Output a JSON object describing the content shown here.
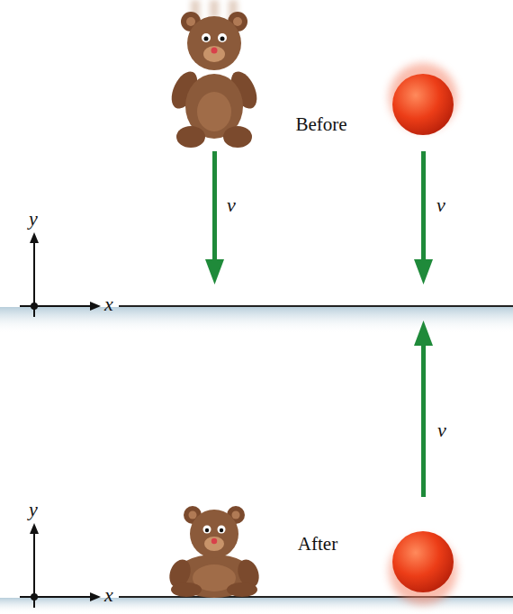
{
  "diagram": {
    "labels": [
      "Before",
      "v",
      "v",
      "y",
      "x",
      "v",
      "After",
      "y",
      "x"
    ]
  }
}
